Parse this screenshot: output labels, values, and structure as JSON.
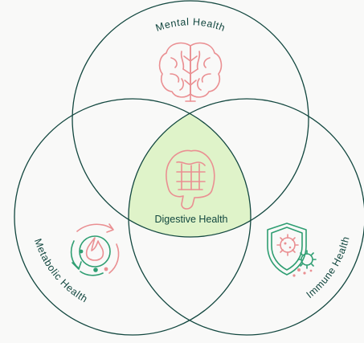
{
  "diagram": {
    "circles": {
      "top_label": "Mental Health",
      "left_label": "Metabolic Health",
      "right_label": "Immune Health"
    },
    "intersection_label": "Digestive Health",
    "icons": {
      "top": "brain-icon",
      "center": "intestine-icon",
      "left": "metabolism-flame-cycle-icon",
      "right": "shield-virus-icon"
    },
    "colors": {
      "outline": "#12473f",
      "intersection_fill": "#dff3c9",
      "icon_pink": "#ea8f92",
      "icon_green": "#2f9e72",
      "background": "#f9f9f8"
    }
  }
}
